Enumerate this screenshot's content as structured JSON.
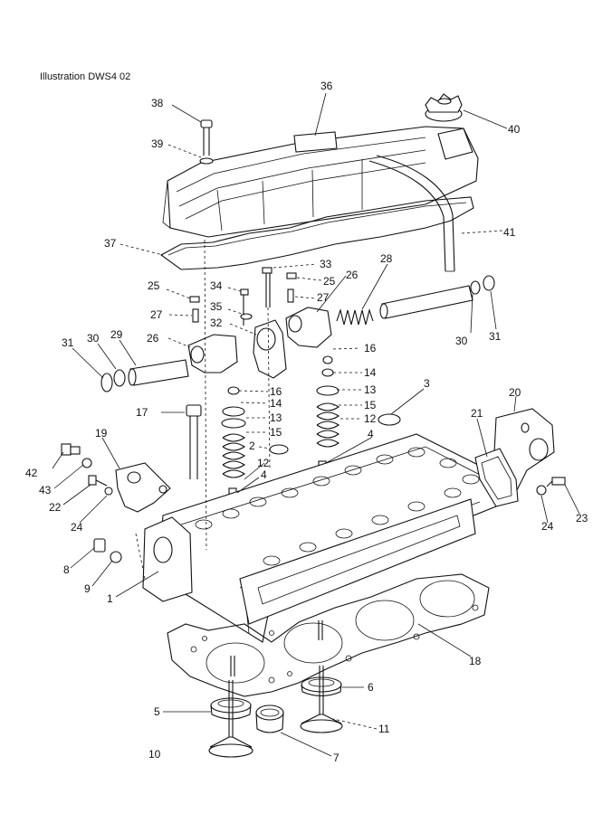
{
  "caption": "Illustration DWS4 02",
  "callouts": [
    {
      "id": "c38",
      "text": "38"
    },
    {
      "id": "c36",
      "text": "36"
    },
    {
      "id": "c40",
      "text": "40"
    },
    {
      "id": "c39",
      "text": "39"
    },
    {
      "id": "c37",
      "text": "37"
    },
    {
      "id": "c41",
      "text": "41"
    },
    {
      "id": "c33",
      "text": "33"
    },
    {
      "id": "c25a",
      "text": "25"
    },
    {
      "id": "c25b",
      "text": "25"
    },
    {
      "id": "c34",
      "text": "34"
    },
    {
      "id": "c26a",
      "text": "26"
    },
    {
      "id": "c27a",
      "text": "27"
    },
    {
      "id": "c28",
      "text": "28"
    },
    {
      "id": "c35",
      "text": "35"
    },
    {
      "id": "c27b",
      "text": "27"
    },
    {
      "id": "c32",
      "text": "32"
    },
    {
      "id": "c30a",
      "text": "30"
    },
    {
      "id": "c31a",
      "text": "31"
    },
    {
      "id": "c31b",
      "text": "31"
    },
    {
      "id": "c30b",
      "text": "30"
    },
    {
      "id": "c29",
      "text": "29"
    },
    {
      "id": "c26b",
      "text": "26"
    },
    {
      "id": "c16a",
      "text": "16"
    },
    {
      "id": "c14a",
      "text": "14"
    },
    {
      "id": "c13a",
      "text": "13"
    },
    {
      "id": "c16b",
      "text": "16"
    },
    {
      "id": "c14b",
      "text": "14"
    },
    {
      "id": "c3",
      "text": "3"
    },
    {
      "id": "c15a",
      "text": "15"
    },
    {
      "id": "c17",
      "text": "17"
    },
    {
      "id": "c13b",
      "text": "13"
    },
    {
      "id": "c12a",
      "text": "12"
    },
    {
      "id": "c20",
      "text": "20"
    },
    {
      "id": "c21",
      "text": "21"
    },
    {
      "id": "c15b",
      "text": "15"
    },
    {
      "id": "c4a",
      "text": "4"
    },
    {
      "id": "c19",
      "text": "19"
    },
    {
      "id": "c2",
      "text": "2"
    },
    {
      "id": "c42",
      "text": "42"
    },
    {
      "id": "c43",
      "text": "43"
    },
    {
      "id": "c12b",
      "text": "12"
    },
    {
      "id": "c4b",
      "text": "4"
    },
    {
      "id": "c22",
      "text": "22"
    },
    {
      "id": "c24a",
      "text": "24"
    },
    {
      "id": "c24b",
      "text": "24"
    },
    {
      "id": "c23",
      "text": "23"
    },
    {
      "id": "c8",
      "text": "8"
    },
    {
      "id": "c9",
      "text": "9"
    },
    {
      "id": "c1",
      "text": "1"
    },
    {
      "id": "c18",
      "text": "18"
    },
    {
      "id": "c6",
      "text": "6"
    },
    {
      "id": "c5",
      "text": "5"
    },
    {
      "id": "c11",
      "text": "11"
    },
    {
      "id": "c10",
      "text": "10"
    },
    {
      "id": "c7",
      "text": "7"
    }
  ]
}
